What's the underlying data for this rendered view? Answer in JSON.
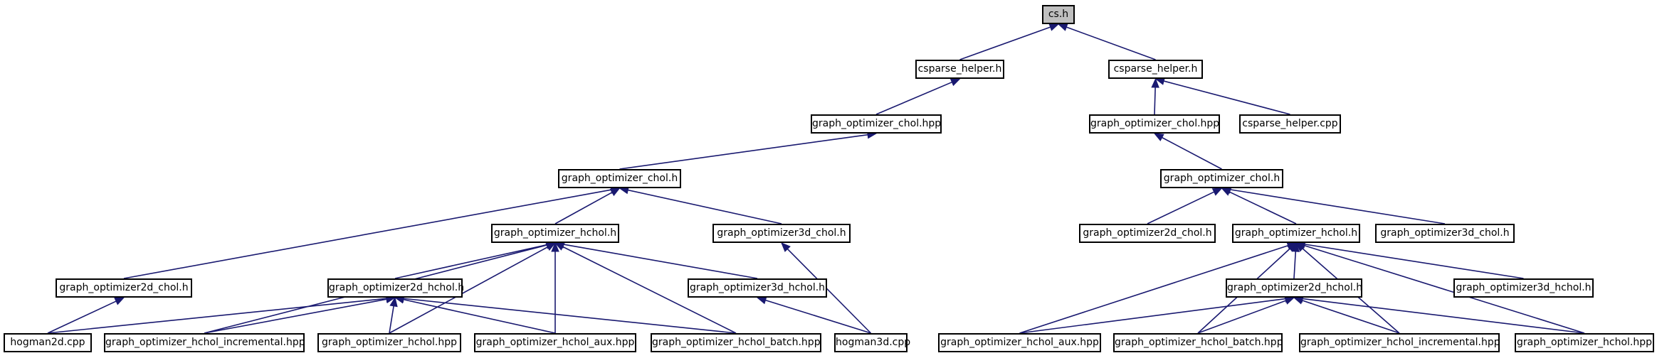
{
  "colors": {
    "edge": "#191970",
    "node_border": "#000000",
    "node_fill": "#ffffff",
    "root_fill": "#bfbfbf"
  },
  "nodes": [
    {
      "id": "n0",
      "label": "cs.h",
      "root": true
    },
    {
      "id": "n1",
      "label": "csparse_helper.h"
    },
    {
      "id": "n2",
      "label": "csparse_helper.h"
    },
    {
      "id": "n3",
      "label": "graph_optimizer_chol.hpp"
    },
    {
      "id": "n4",
      "label": "graph_optimizer_chol.hpp"
    },
    {
      "id": "n5",
      "label": "csparse_helper.cpp"
    },
    {
      "id": "n6",
      "label": "graph_optimizer_chol.h"
    },
    {
      "id": "n7",
      "label": "graph_optimizer_chol.h"
    },
    {
      "id": "n8",
      "label": "graph_optimizer_hchol.h"
    },
    {
      "id": "n9",
      "label": "graph_optimizer3d_chol.h"
    },
    {
      "id": "n10",
      "label": "graph_optimizer2d_chol.h"
    },
    {
      "id": "n11",
      "label": "graph_optimizer_hchol.h"
    },
    {
      "id": "n12",
      "label": "graph_optimizer3d_chol.h"
    },
    {
      "id": "n13",
      "label": "graph_optimizer2d_chol.h"
    },
    {
      "id": "n14",
      "label": "graph_optimizer2d_hchol.h"
    },
    {
      "id": "n15",
      "label": "graph_optimizer3d_hchol.h"
    },
    {
      "id": "n16",
      "label": "graph_optimizer2d_hchol.h"
    },
    {
      "id": "n17",
      "label": "graph_optimizer3d_hchol.h"
    },
    {
      "id": "n18",
      "label": "hogman2d.cpp"
    },
    {
      "id": "n19",
      "label": "graph_optimizer_hchol_incremental.hpp"
    },
    {
      "id": "n20",
      "label": "graph_optimizer_hchol.hpp"
    },
    {
      "id": "n21",
      "label": "graph_optimizer_hchol_aux.hpp"
    },
    {
      "id": "n22",
      "label": "graph_optimizer_hchol_batch.hpp"
    },
    {
      "id": "n23",
      "label": "hogman3d.cpp"
    },
    {
      "id": "n24",
      "label": "graph_optimizer_hchol_aux.hpp"
    },
    {
      "id": "n25",
      "label": "graph_optimizer_hchol_batch.hpp"
    },
    {
      "id": "n26",
      "label": "graph_optimizer_hchol_incremental.hpp"
    },
    {
      "id": "n27",
      "label": "graph_optimizer_hchol.hpp"
    }
  ],
  "edges": [
    {
      "from": "n1",
      "to": "n0"
    },
    {
      "from": "n2",
      "to": "n0"
    },
    {
      "from": "n3",
      "to": "n1"
    },
    {
      "from": "n4",
      "to": "n2"
    },
    {
      "from": "n5",
      "to": "n2"
    },
    {
      "from": "n6",
      "to": "n3"
    },
    {
      "from": "n7",
      "to": "n4"
    },
    {
      "from": "n8",
      "to": "n6"
    },
    {
      "from": "n9",
      "to": "n6"
    },
    {
      "from": "n13",
      "to": "n6"
    },
    {
      "from": "n10",
      "to": "n7"
    },
    {
      "from": "n11",
      "to": "n7"
    },
    {
      "from": "n12",
      "to": "n7"
    },
    {
      "from": "n14",
      "to": "n8"
    },
    {
      "from": "n15",
      "to": "n8"
    },
    {
      "from": "n19",
      "to": "n8"
    },
    {
      "from": "n20",
      "to": "n8"
    },
    {
      "from": "n21",
      "to": "n8"
    },
    {
      "from": "n22",
      "to": "n8"
    },
    {
      "from": "n18",
      "to": "n13"
    },
    {
      "from": "n23",
      "to": "n9"
    },
    {
      "from": "n18",
      "to": "n14"
    },
    {
      "from": "n19",
      "to": "n14"
    },
    {
      "from": "n20",
      "to": "n14"
    },
    {
      "from": "n21",
      "to": "n14"
    },
    {
      "from": "n22",
      "to": "n14"
    },
    {
      "from": "n23",
      "to": "n15"
    },
    {
      "from": "n16",
      "to": "n11"
    },
    {
      "from": "n17",
      "to": "n11"
    },
    {
      "from": "n24",
      "to": "n11"
    },
    {
      "from": "n25",
      "to": "n11"
    },
    {
      "from": "n26",
      "to": "n11"
    },
    {
      "from": "n27",
      "to": "n11"
    },
    {
      "from": "n24",
      "to": "n16"
    },
    {
      "from": "n25",
      "to": "n16"
    },
    {
      "from": "n26",
      "to": "n16"
    },
    {
      "from": "n27",
      "to": "n16"
    }
  ]
}
